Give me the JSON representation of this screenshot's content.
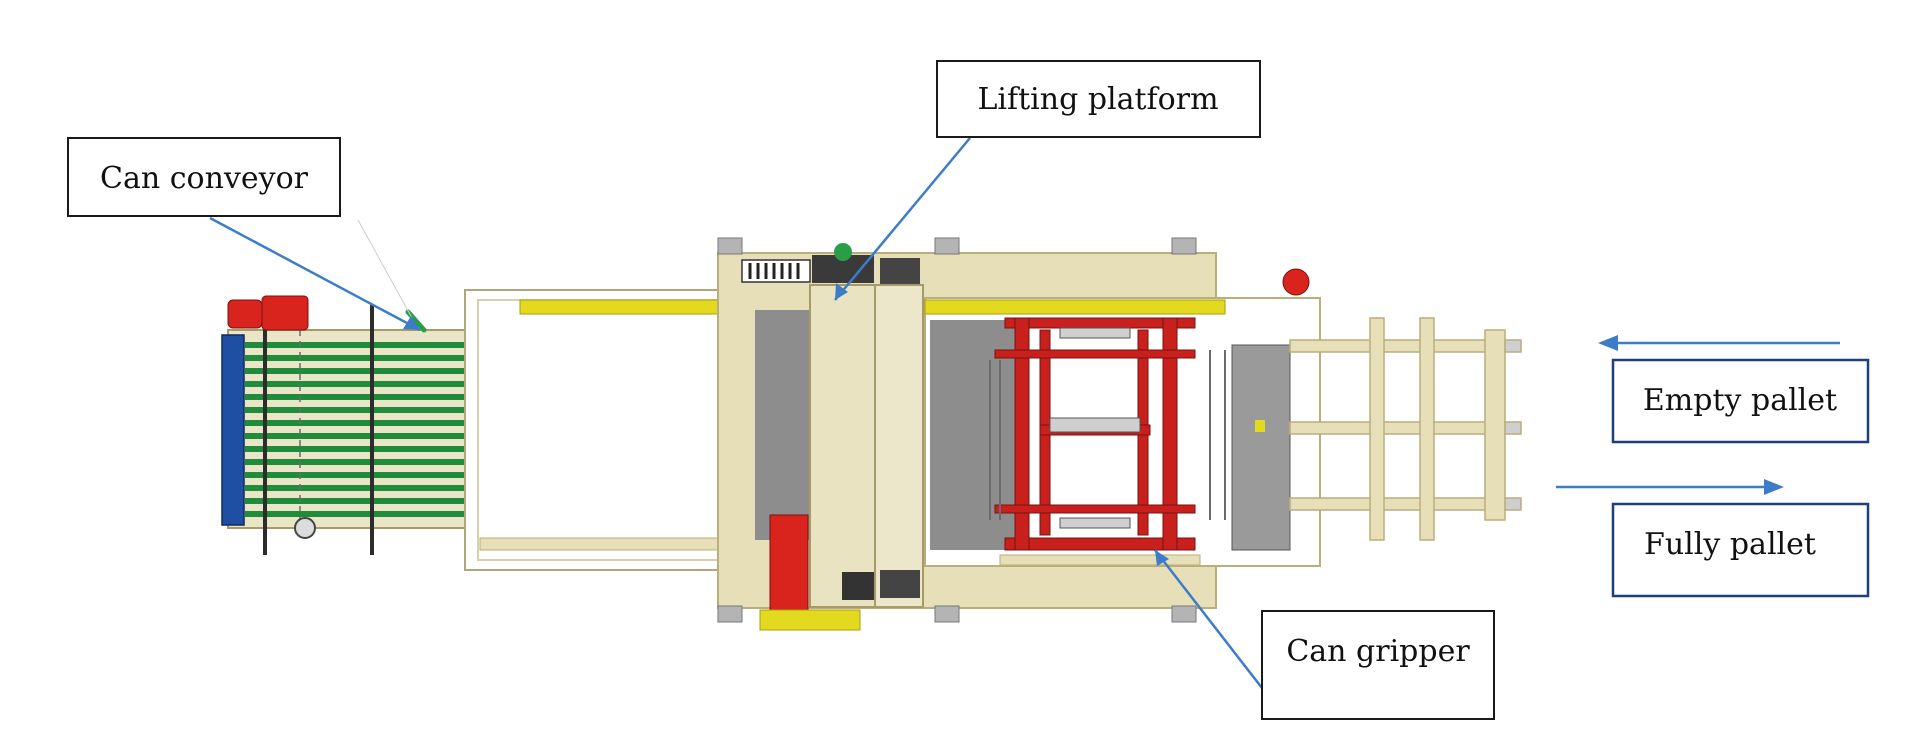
{
  "labels": {
    "can_conveyor": "Can conveyor",
    "lifting_platform": "Lifting platform",
    "can_gripper": "Can gripper",
    "empty_pallet": "Empty pallet",
    "fully_pallet": "Fully pallet"
  },
  "colors": {
    "frame_beige": "#e6dfb8",
    "frame_edge": "#b9ae7c",
    "rail_green": "#1e8c3a",
    "end_roller_blue": "#1f4fa3",
    "gripper_red": "#c8201c",
    "motor_red": "#d9231d",
    "beam_yellow": "#e3da1f",
    "plate_gray": "#8d8d8d",
    "pointer_blue": "#3d7cc9",
    "box_border_blue": "#1f3f7a"
  }
}
